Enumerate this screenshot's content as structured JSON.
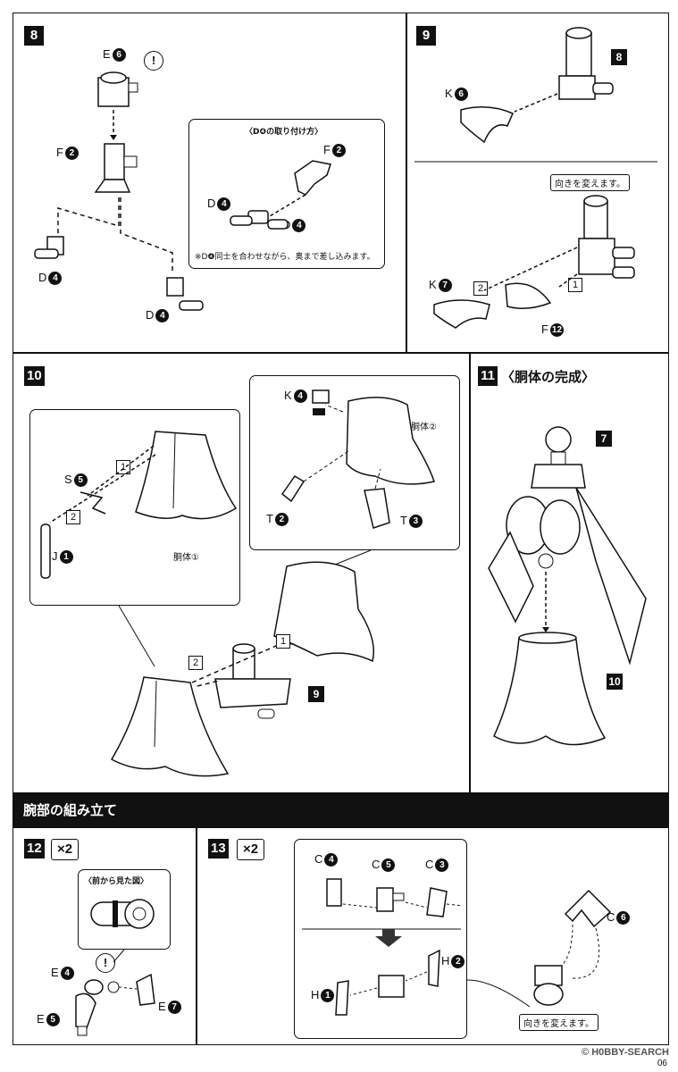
{
  "step8": {
    "number": "8",
    "labels": {
      "e6": "E",
      "f2": "F",
      "d4a": "D",
      "d4b": "D"
    },
    "circ": {
      "e6": "6",
      "f2": "2",
      "d4": "4"
    },
    "inset": {
      "title": "〈D❹の取り付け方〉",
      "f2": "F",
      "d4l": "D",
      "d4r": "D",
      "note": "※D❹同士を合わせながら、奥まで差し込みます。"
    }
  },
  "step9": {
    "number": "9",
    "ref": "8",
    "k6": "K",
    "k7": "K",
    "f12": "F",
    "circ": {
      "k6": "6",
      "k7": "7",
      "f12": "12"
    },
    "callout": "向きを変えます。",
    "box1": "1",
    "box2": "2"
  },
  "step10": {
    "number": "10",
    "ref": "9",
    "s5": "S",
    "j1": "J",
    "k4": "K",
    "t2": "T",
    "t3": "T",
    "circ": {
      "s5": "5",
      "j1": "1",
      "k4": "4",
      "t2": "2",
      "t3": "3"
    },
    "torso1": "胴体①",
    "torso2": "胴体②",
    "box1": "1",
    "box2": "2"
  },
  "step11": {
    "number": "11",
    "title": "〈胴体の完成〉",
    "ref7": "7",
    "ref10": "10"
  },
  "section_header": "腕部の組み立て",
  "step12": {
    "number": "12",
    "times": "×2",
    "inset_title": "〈前から見た図〉",
    "e4": "E",
    "e5": "E",
    "e7": "E",
    "circ": {
      "e4": "4",
      "e5": "5",
      "e7": "7"
    }
  },
  "step13": {
    "number": "13",
    "times": "×2",
    "c4": "C",
    "c5": "C",
    "c3": "C",
    "c6": "C",
    "h2": "H",
    "h1": "H",
    "circ": {
      "c4": "4",
      "c5": "5",
      "c3": "3",
      "c6": "6",
      "h2": "2",
      "h1": "1"
    },
    "callout": "向きを変えます。"
  },
  "footer": {
    "watermark": "© H0BBY-SEARCH",
    "page": "06"
  }
}
